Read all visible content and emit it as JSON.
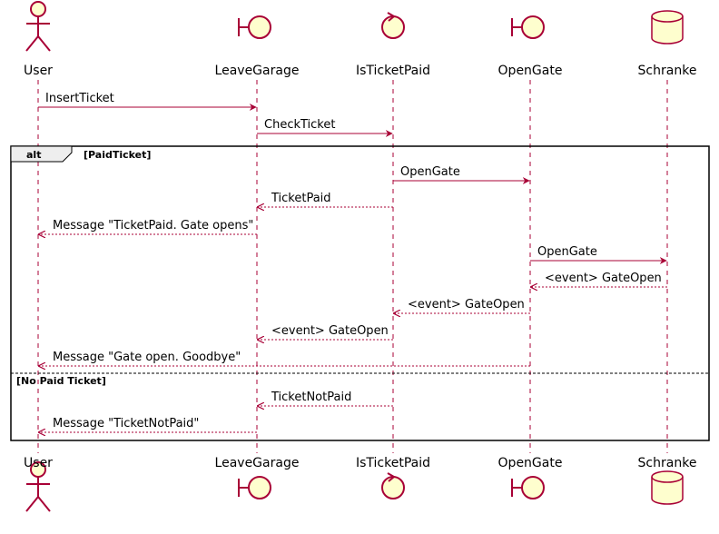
{
  "participants": [
    {
      "id": "user",
      "label": "User",
      "kind": "actor"
    },
    {
      "id": "leave",
      "label": "LeaveGarage",
      "kind": "boundary"
    },
    {
      "id": "paid",
      "label": "IsTicketPaid",
      "kind": "control"
    },
    {
      "id": "gate",
      "label": "OpenGate",
      "kind": "boundary"
    },
    {
      "id": "schranke",
      "label": "Schranke",
      "kind": "database"
    }
  ],
  "messages": [
    {
      "from": "user",
      "to": "leave",
      "label": "InsertTicket",
      "style": "sync"
    },
    {
      "from": "leave",
      "to": "paid",
      "label": "CheckTicket",
      "style": "sync"
    },
    {
      "from": "paid",
      "to": "gate",
      "label": "OpenGate",
      "style": "sync"
    },
    {
      "from": "paid",
      "to": "leave",
      "label": "TicketPaid",
      "style": "return"
    },
    {
      "from": "leave",
      "to": "user",
      "label": "Message \"TicketPaid. Gate opens\"",
      "style": "return"
    },
    {
      "from": "gate",
      "to": "schranke",
      "label": "OpenGate",
      "style": "sync"
    },
    {
      "from": "schranke",
      "to": "gate",
      "label": "<event> GateOpen",
      "style": "return"
    },
    {
      "from": "gate",
      "to": "paid",
      "label": "<event> GateOpen",
      "style": "return"
    },
    {
      "from": "paid",
      "to": "leave",
      "label": "<event> GateOpen",
      "style": "return"
    },
    {
      "from": "gate",
      "to": "user",
      "label": "Message \"Gate open. Goodbye\"",
      "style": "return"
    },
    {
      "from": "paid",
      "to": "leave",
      "label": "TicketNotPaid",
      "style": "return"
    },
    {
      "from": "leave",
      "to": "user",
      "label": "Message \"TicketNotPaid\"",
      "style": "return"
    }
  ],
  "alt_fragment": {
    "keyword": "alt",
    "guards": [
      "[PaidTicket]",
      "[No Paid Ticket]"
    ]
  },
  "colors": {
    "line": "#A80036",
    "fill": "#FEFECE",
    "frame": "#000000"
  }
}
